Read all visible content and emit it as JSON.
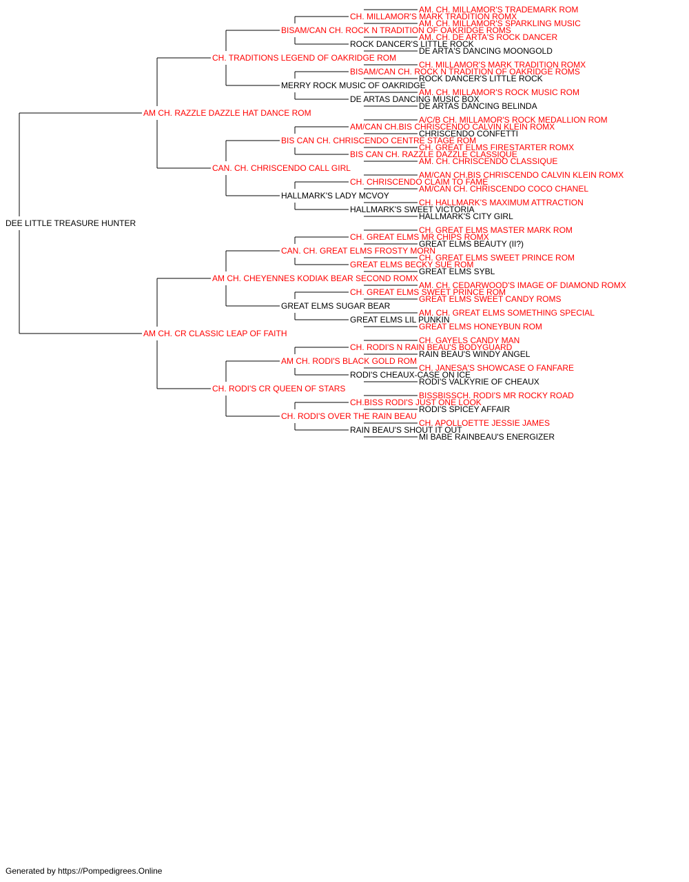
{
  "colors": {
    "champion": "#ff0000",
    "normal": "#000000",
    "line": "#000000"
  },
  "pedigree": {
    "name": "DEE LITTLE TREASURE HUNTER",
    "champion": false,
    "sire": {
      "name": "AM CH. RAZZLE DAZZLE HAT DANCE ROM",
      "champion": true,
      "sire": {
        "name": "CH. TRADITIONS LEGEND OF OAKRIDGE ROM",
        "champion": true,
        "sire": {
          "name": "BISAM/CAN CH. ROCK N TRADITION OF OAKRIDGE ROMS",
          "champion": true,
          "sire": {
            "name": "CH. MILLAMOR'S MARK TRADITION ROMX",
            "champion": true,
            "sire": {
              "name": "AM. CH. MILLAMOR'S TRADEMARK ROM",
              "champion": true
            },
            "dam": {
              "name": "AM. CH. MILLAMOR'S SPARKLING MUSIC",
              "champion": true
            }
          },
          "dam": {
            "name": "ROCK DANCER'S LITTLE ROCK",
            "champion": false,
            "sire": {
              "name": "AM. CH. DE ARTA'S ROCK DANCER",
              "champion": true
            },
            "dam": {
              "name": "DE ARTA'S DANCING MOONGOLD",
              "champion": false
            }
          }
        },
        "dam": {
          "name": "MERRY ROCK MUSIC OF OAKRIDGE",
          "champion": false,
          "sire": {
            "name": "BISAM/CAN CH. ROCK N TRADITION OF OAKRIDGE ROMS",
            "champion": true,
            "sire": {
              "name": "CH. MILLAMOR'S MARK TRADITION ROMX",
              "champion": true
            },
            "dam": {
              "name": "ROCK DANCER'S LITTLE ROCK",
              "champion": false
            }
          },
          "dam": {
            "name": "DE ARTAS DANCING MUSIC BOX",
            "champion": false,
            "sire": {
              "name": "AM. CH. MILLAMOR'S ROCK MUSIC ROM",
              "champion": true
            },
            "dam": {
              "name": "DE ARTAS DANCING BELINDA",
              "champion": false
            }
          }
        }
      },
      "dam": {
        "name": "CAN. CH. CHRISCENDO CALL GIRL",
        "champion": true,
        "sire": {
          "name": "BIS CAN CH. CHRISCENDO CENTRE STAGE ROM",
          "champion": true,
          "sire": {
            "name": "AM/CAN CH.BIS CHRISCENDO CALVIN KLEIN ROMX",
            "champion": true,
            "sire": {
              "name": "A/C/B CH. MILLAMOR'S ROCK MEDALLION ROM",
              "champion": true
            },
            "dam": {
              "name": "CHRISCENDO CONFETTI",
              "champion": false
            }
          },
          "dam": {
            "name": "BIS CAN CH. RAZZLE DAZZLE CLASSIQUE",
            "champion": true,
            "sire": {
              "name": "CH. GREAT ELMS FIRESTARTER ROMX",
              "champion": true
            },
            "dam": {
              "name": "AM. CH. CHRISCENDO CLASSIQUE",
              "champion": true
            }
          }
        },
        "dam": {
          "name": "HALLMARK'S LADY MCVOY",
          "champion": false,
          "sire": {
            "name": "CH. CHRISCENDO CLAIM TO FAME",
            "champion": true,
            "sire": {
              "name": "AM/CAN CH.BIS CHRISCENDO CALVIN KLEIN ROMX",
              "champion": true
            },
            "dam": {
              "name": "AM/CAN CH. CHRISCENDO COCO CHANEL",
              "champion": true
            }
          },
          "dam": {
            "name": "HALLMARK'S SWEET VICTORIA",
            "champion": false,
            "sire": {
              "name": "CH. HALLMARK'S MAXIMUM ATTRACTION",
              "champion": true
            },
            "dam": {
              "name": "HALLMARK'S CITY GIRL",
              "champion": false
            }
          }
        }
      }
    },
    "dam": {
      "name": "AM CH. CR CLASSIC LEAP OF FAITH",
      "champion": true,
      "sire": {
        "name": "AM CH. CHEYENNES KODIAK BEAR SECOND ROMX",
        "champion": true,
        "sire": {
          "name": "CAN. CH. GREAT ELMS FROSTY MORN",
          "champion": true,
          "sire": {
            "name": "CH. GREAT ELMS MR CHIPS ROMX",
            "champion": true,
            "sire": {
              "name": "CH. GREAT ELMS MASTER MARK ROM",
              "champion": true
            },
            "dam": {
              "name": "GREAT ELMS BEAUTY (II?)",
              "champion": false
            }
          },
          "dam": {
            "name": "GREAT ELMS BECKY SUE ROM",
            "champion": true,
            "sire": {
              "name": "CH. GREAT ELMS SWEET PRINCE ROM",
              "champion": true
            },
            "dam": {
              "name": "GREAT ELMS SYBL",
              "champion": false
            }
          }
        },
        "dam": {
          "name": "GREAT ELMS SUGAR BEAR",
          "champion": false,
          "sire": {
            "name": "CH. GREAT ELMS SWEET PRINCE ROM",
            "champion": true,
            "sire": {
              "name": "AM. CH. CEDARWOOD'S IMAGE OF DIAMOND ROMX",
              "champion": true
            },
            "dam": {
              "name": "GREAT ELMS SWEET CANDY ROMS",
              "champion": true
            }
          },
          "dam": {
            "name": "GREAT ELMS LIL PUNKIN",
            "champion": false,
            "sire": {
              "name": "AM. CH. GREAT ELMS SOMETHING SPECIAL",
              "champion": true
            },
            "dam": {
              "name": "GREAT ELMS HONEYBUN ROM",
              "champion": true
            }
          }
        }
      },
      "dam": {
        "name": "CH. RODI'S CR QUEEN OF STARS",
        "champion": true,
        "sire": {
          "name": "AM CH. RODI'S BLACK GOLD ROM",
          "champion": true,
          "sire": {
            "name": "CH. RODI'S N RAIN BEAU'S BODYGUARD",
            "champion": true,
            "sire": {
              "name": "CH. GAYELS CANDY MAN",
              "champion": true
            },
            "dam": {
              "name": "RAIN BEAU'S WINDY ANGEL",
              "champion": false
            }
          },
          "dam": {
            "name": "RODI'S CHEAUX-CASE ON ICE",
            "champion": false,
            "sire": {
              "name": "CH. JANESA'S SHOWCASE O FANFARE",
              "champion": true
            },
            "dam": {
              "name": "RODI'S VALKYRIE OF CHEAUX",
              "champion": false
            }
          }
        },
        "dam": {
          "name": "CH. RODI'S OVER THE RAIN BEAU",
          "champion": true,
          "sire": {
            "name": "CH.BISS RODI'S JUST ONE LOOK",
            "champion": true,
            "sire": {
              "name": "BISSBISSCH. RODI'S MR ROCKY ROAD",
              "champion": true
            },
            "dam": {
              "name": "RODI'S SPICEY AFFAIR",
              "champion": false
            }
          },
          "dam": {
            "name": "RAIN BEAU'S SHOUT IT OUT",
            "champion": false,
            "sire": {
              "name": "CH. APOLLOETTE JESSIE JAMES",
              "champion": true
            },
            "dam": {
              "name": "MI BABE RAINBEAU'S ENERGIZER",
              "champion": false
            }
          }
        }
      }
    }
  },
  "footer": "Generated by https://Pompedigrees.Online"
}
